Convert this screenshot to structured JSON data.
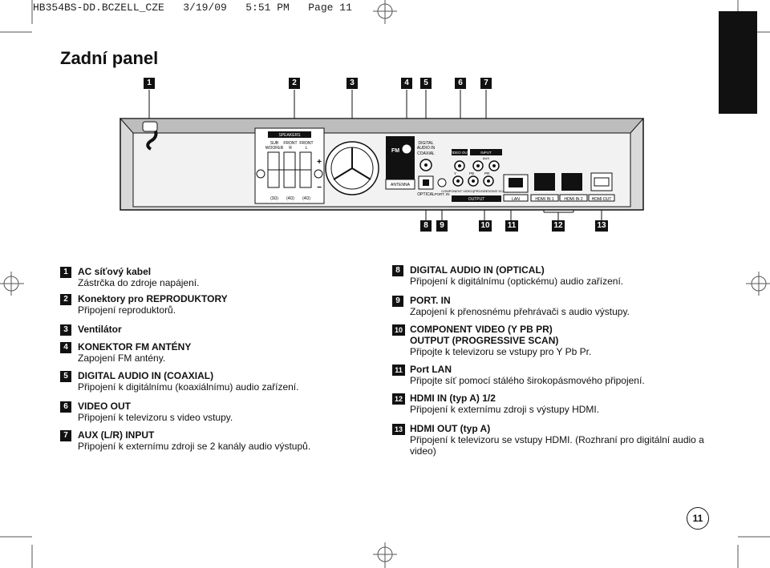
{
  "header": {
    "line": "HB354BS-DD.BCZELL_CZE   3/19/09   5:51 PM   Page 11"
  },
  "title": "Zadní panel",
  "top_callouts": [
    "1",
    "2",
    "3",
    "4",
    "5",
    "6",
    "7"
  ],
  "bottom_callouts": [
    "8",
    "9",
    "10",
    "11",
    "12",
    "13"
  ],
  "panel": {
    "speakers": "SPEAKERS",
    "sub": "SUB",
    "woofer": "WOOFER",
    "front_r": "FRONT",
    "front_r2": "R",
    "front_l": "FRONT",
    "front_l2": "L",
    "ohm1": "(3Ω)",
    "ohm2": "(4Ω)",
    "ohm3": "(4Ω)",
    "fm": "FM",
    "antenna": "ANTENNA",
    "digital_audio_in": "DIGITAL",
    "digital_audio_in2": "AUDIO IN",
    "coaxial": "COAXIAL",
    "optical": "OPTICAL",
    "port_in": "PORT. IN",
    "video_out": "VIDEO OUT",
    "input": "INPUT",
    "aux": "AUX",
    "y": "Y",
    "pb": "PB",
    "pr": "PR",
    "component": "COMPONENT VIDEO(PROGRESSIVE SCAN)",
    "output": "OUTPUT",
    "lan": "LAN",
    "hdmi_in1": "HDMI IN 1",
    "hdmi_in2": "HDMI IN 2",
    "hdmi_out": "HDMI OUT"
  },
  "left_items": [
    {
      "num": "1",
      "title": "AC síťový kabel",
      "desc": "Zástrčka do zdroje napájení."
    },
    {
      "num": "2",
      "title": "Konektory pro REPRODUKTORY",
      "desc": "Připojení reproduktorů."
    },
    {
      "num": "3",
      "title": "Ventilátor",
      "desc": ""
    },
    {
      "num": "4",
      "title": "KONEKTOR FM ANTÉNY",
      "desc": "Zapojení FM antény."
    },
    {
      "num": "5",
      "title": "DIGITAL AUDIO IN (COAXIAL)",
      "desc": "Připojení k digitálnímu (koaxiálnímu) audio zařízení."
    },
    {
      "num": "6",
      "title": "VIDEO OUT",
      "desc": "Připojení k televizoru s video vstupy."
    },
    {
      "num": "7",
      "title": "AUX (L/R) INPUT",
      "desc": "Připojení k externímu zdroji se 2 kanály audio výstupů."
    }
  ],
  "right_items": [
    {
      "num": "8",
      "title": "DIGITAL AUDIO IN (OPTICAL)",
      "desc": "Připojení k digitálnímu (optickému) audio zařízení."
    },
    {
      "num": "9",
      "title": "PORT. IN",
      "desc": "Zapojení k přenosnému přehrávači s audio výstupy."
    },
    {
      "num": "10",
      "title": "COMPONENT VIDEO (Y PB PR)",
      "title2": "OUTPUT (PROGRESSIVE SCAN)",
      "desc": "Připojte k televizoru se vstupy pro Y Pb Pr."
    },
    {
      "num": "11",
      "title": "Port LAN",
      "desc": "Připojte síť pomocí stálého širokopásmového připojení."
    },
    {
      "num": "12",
      "title": "HDMI IN (typ A) 1/2",
      "desc": "Připojení k externímu zdroji s výstupy HDMI."
    },
    {
      "num": "13",
      "title": "HDMI OUT (typ A)",
      "desc": "Připojení k televizoru se vstupy HDMI. (Rozhraní pro digitální audio a video)"
    }
  ],
  "page_number": "11"
}
